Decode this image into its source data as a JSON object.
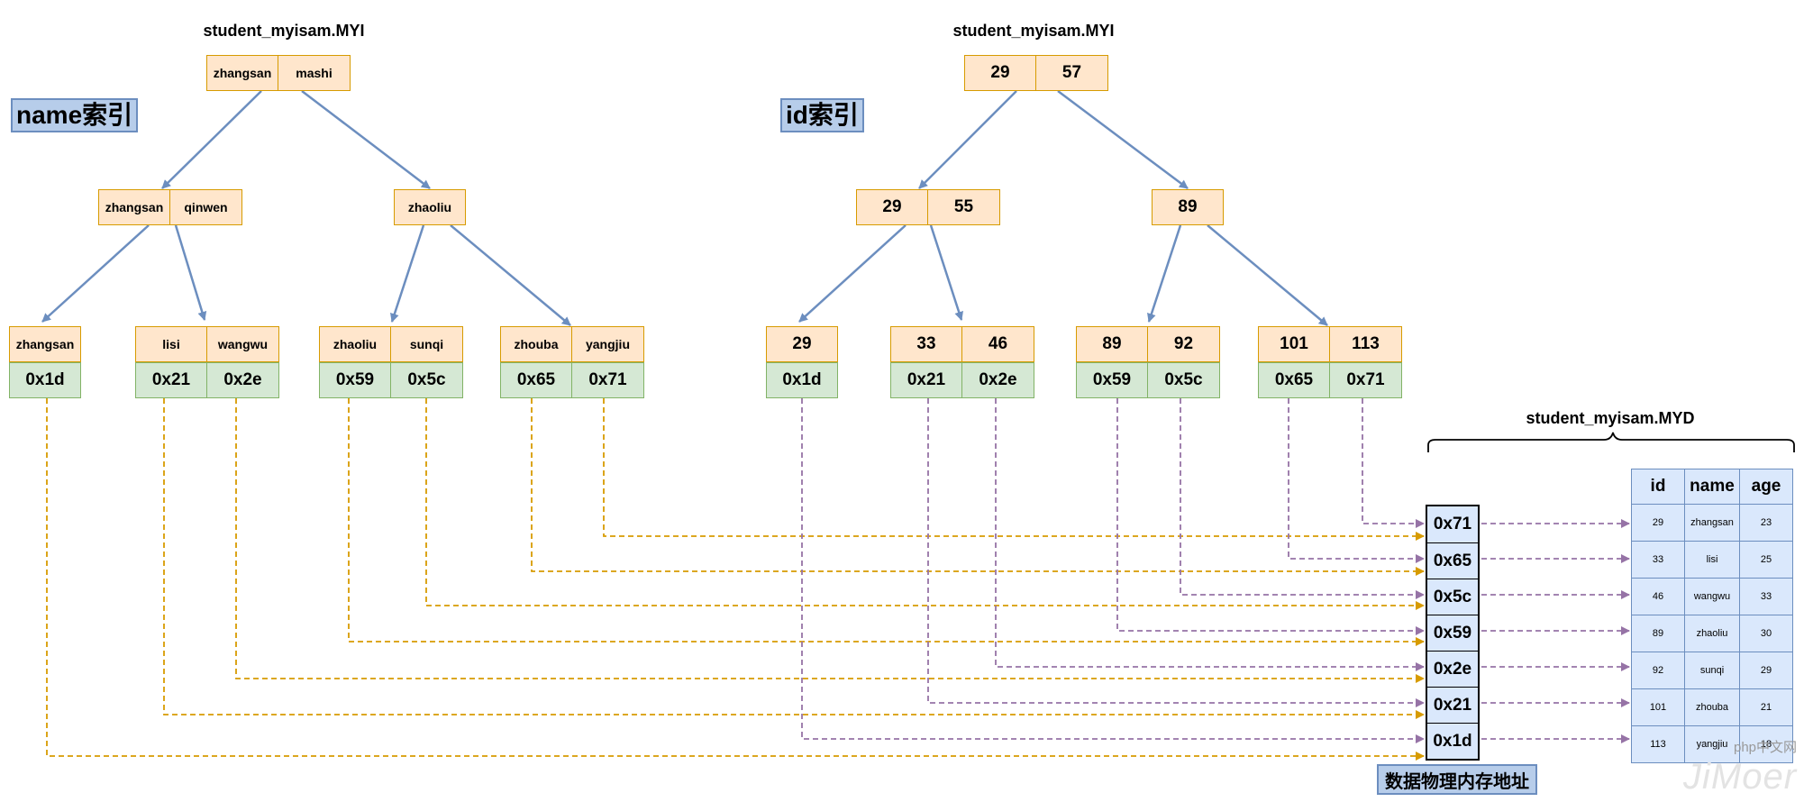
{
  "titles": {
    "name_myi": "student_myisam.MYI",
    "id_myi": "student_myisam.MYI",
    "myd": "student_myisam.MYD"
  },
  "labels": {
    "name_index": "name索引",
    "id_index": "id索引",
    "memory": "数据物理内存地址"
  },
  "name_tree": {
    "root": [
      "zhangsan",
      "mashi"
    ],
    "level2": [
      [
        "zhangsan",
        "qinwen"
      ],
      [
        "zhaoliu"
      ]
    ],
    "leaves": [
      {
        "keys": [
          "zhangsan"
        ],
        "addrs": [
          "0x1d"
        ]
      },
      {
        "keys": [
          "lisi",
          "wangwu"
        ],
        "addrs": [
          "0x21",
          "0x2e"
        ]
      },
      {
        "keys": [
          "zhaoliu",
          "sunqi"
        ],
        "addrs": [
          "0x59",
          "0x5c"
        ]
      },
      {
        "keys": [
          "zhouba",
          "yangjiu"
        ],
        "addrs": [
          "0x65",
          "0x71"
        ]
      }
    ]
  },
  "id_tree": {
    "root": [
      "29",
      "57"
    ],
    "level2": [
      [
        "29",
        "55"
      ],
      [
        "89"
      ]
    ],
    "leaves": [
      {
        "keys": [
          "29"
        ],
        "addrs": [
          "0x1d"
        ]
      },
      {
        "keys": [
          "33",
          "46"
        ],
        "addrs": [
          "0x21",
          "0x2e"
        ]
      },
      {
        "keys": [
          "89",
          "92"
        ],
        "addrs": [
          "0x59",
          "0x5c"
        ]
      },
      {
        "keys": [
          "101",
          "113"
        ],
        "addrs": [
          "0x65",
          "0x71"
        ]
      }
    ]
  },
  "memory_addresses": [
    "0x71",
    "0x65",
    "0x5c",
    "0x59",
    "0x2e",
    "0x21",
    "0x1d"
  ],
  "table": {
    "headers": [
      "id",
      "name",
      "age"
    ],
    "rows": [
      [
        "29",
        "zhangsan",
        "23"
      ],
      [
        "33",
        "lisi",
        "25"
      ],
      [
        "46",
        "wangwu",
        "33"
      ],
      [
        "89",
        "zhaoliu",
        "30"
      ],
      [
        "92",
        "sunqi",
        "29"
      ],
      [
        "101",
        "zhouba",
        "21"
      ],
      [
        "113",
        "yangjiu",
        "18"
      ]
    ]
  },
  "watermark": "JiMoer",
  "watermark_tag": "php中文网",
  "colors": {
    "tree_arrow": "#6c8ebf",
    "name_pointer": "#d79b00",
    "id_pointer": "#9673a6",
    "key_fill": "#ffe6cc",
    "addr_fill": "#d5e8d4",
    "memory_fill": "#dae8fc"
  }
}
